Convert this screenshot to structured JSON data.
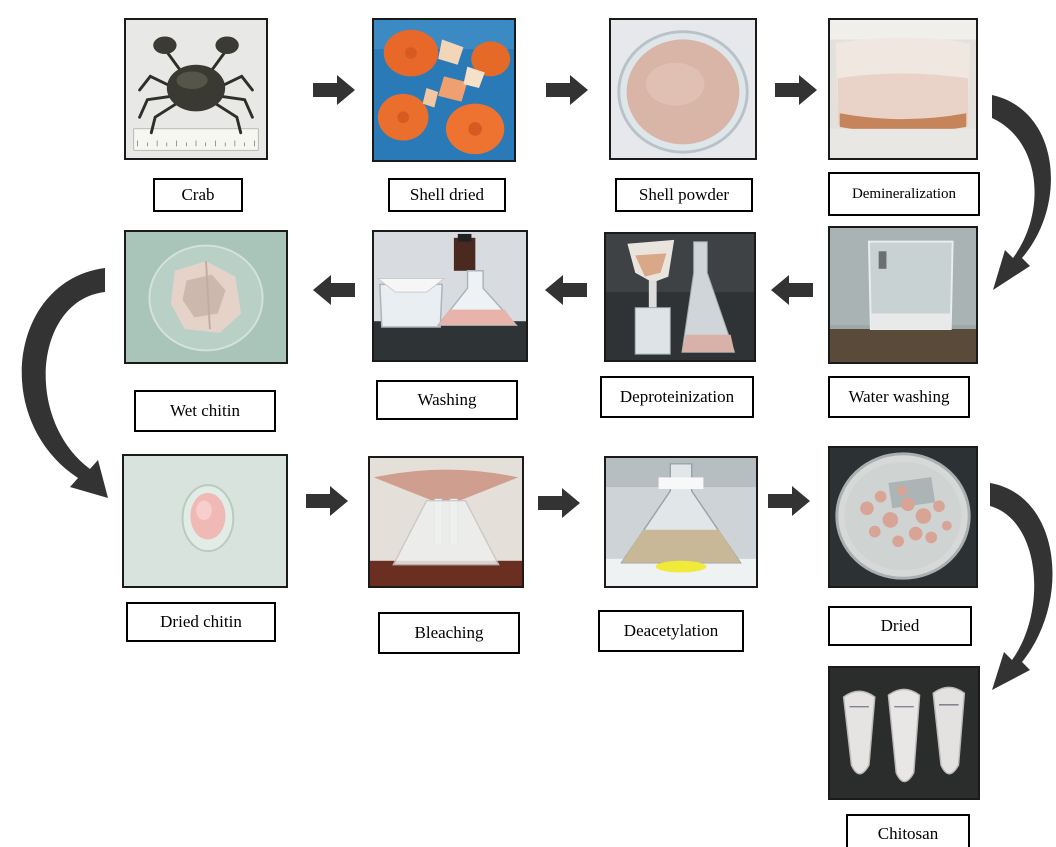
{
  "steps": [
    {
      "id": "crab",
      "label": "Crab"
    },
    {
      "id": "shell-dried",
      "label": "Shell dried"
    },
    {
      "id": "shell-powder",
      "label": "Shell powder"
    },
    {
      "id": "demineralization",
      "label": "Demineralization"
    },
    {
      "id": "water-washing",
      "label": "Water washing"
    },
    {
      "id": "deproteinization",
      "label": "Deproteinization"
    },
    {
      "id": "washing",
      "label": "Washing"
    },
    {
      "id": "wet-chitin",
      "label": "Wet chitin"
    },
    {
      "id": "dried-chitin",
      "label": "Dried chitin"
    },
    {
      "id": "bleaching",
      "label": "Bleaching"
    },
    {
      "id": "deacetylation",
      "label": "Deacetylation"
    },
    {
      "id": "dried",
      "label": "Dried"
    },
    {
      "id": "chitosan",
      "label": "Chitosan"
    }
  ],
  "colors": {
    "arrow": "#333333",
    "border": "#1a1a1a"
  }
}
